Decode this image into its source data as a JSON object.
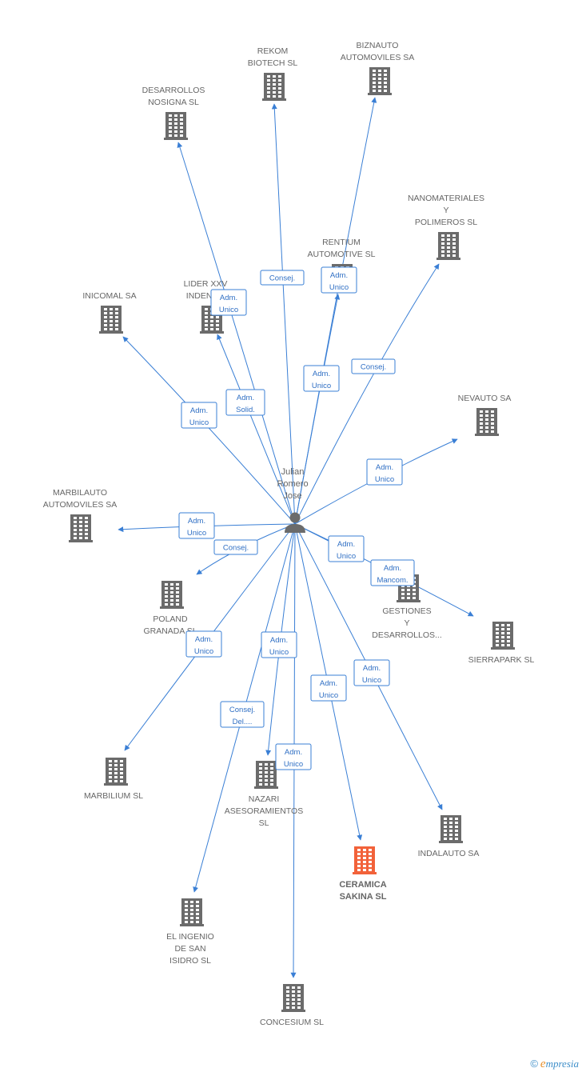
{
  "colors": {
    "edge": "#3a7fd5",
    "building": "#6b6b6b",
    "focus": "#f2623a",
    "person": "#6b6b6b"
  },
  "person": {
    "lines": [
      "Julian",
      "Romero",
      "Jose"
    ]
  },
  "companies": [
    {
      "id": "desarrollos",
      "lines": [
        "DESARROLLOS",
        "NOSIGNA SL"
      ],
      "icon": [
        220,
        157
      ],
      "label": [
        217,
        112
      ],
      "arrow": [
        223,
        178
      ]
    },
    {
      "id": "rekom",
      "lines": [
        "REKOM",
        "BIOTECH SL"
      ],
      "icon": [
        343,
        108
      ],
      "label": [
        341,
        63
      ],
      "arrow": [
        343,
        130
      ]
    },
    {
      "id": "biznauto",
      "lines": [
        "BIZNAUTO",
        "AUTOMOVILES SA"
      ],
      "icon": [
        475,
        101
      ],
      "label": [
        472,
        56
      ],
      "arrow": [
        469,
        122
      ]
    },
    {
      "id": "nanomateriales",
      "lines": [
        "NANOMATERIALES",
        "Y",
        "POLIMEROS SL"
      ],
      "icon": [
        561,
        307
      ],
      "label": [
        558,
        247
      ],
      "arrow": [
        549,
        330
      ]
    },
    {
      "id": "rentium",
      "lines": [
        "RENTIUM",
        "AUTOMOTIVE SL"
      ],
      "icon": [
        428,
        347
      ],
      "label": [
        427,
        302
      ],
      "arrow": [
        423,
        368
      ]
    },
    {
      "id": "lider",
      "lines": [
        "LIDER XXV",
        "INDENE..."
      ],
      "icon": [
        265,
        399
      ],
      "label": [
        257,
        354
      ],
      "arrow": [
        272,
        418
      ]
    },
    {
      "id": "inicomal",
      "lines": [
        "INICOMAL SA"
      ],
      "icon": [
        139,
        399
      ],
      "label": [
        137,
        369
      ],
      "arrow": [
        154,
        421
      ]
    },
    {
      "id": "nevauto",
      "lines": [
        "NEVAUTO SA"
      ],
      "icon": [
        609,
        527
      ],
      "label": [
        606,
        497
      ],
      "arrow": [
        572,
        549
      ]
    },
    {
      "id": "marbilauto",
      "lines": [
        "MARBILAUTO",
        "AUTOMOVILES SA"
      ],
      "icon": [
        101,
        660
      ],
      "label": [
        100,
        615
      ],
      "arrow": [
        148,
        662
      ]
    },
    {
      "id": "poland",
      "lines": [
        "POLAND",
        "GRANADA SL"
      ],
      "icon": [
        215,
        743
      ],
      "label": [
        213,
        773
      ],
      "arrow": [
        246,
        718
      ]
    },
    {
      "id": "gestiones",
      "lines": [
        "GESTIONES",
        "Y",
        "DESARROLLOS..."
      ],
      "icon": [
        511,
        735
      ],
      "label": [
        509,
        763
      ],
      "arrow": [
        0,
        0
      ]
    },
    {
      "id": "sierrapark",
      "lines": [
        "SIERRAPARK SL"
      ],
      "icon": [
        629,
        794
      ],
      "label": [
        627,
        824
      ],
      "arrow": [
        592,
        770
      ]
    },
    {
      "id": "marbilium",
      "lines": [
        "MARBILIUM SL"
      ],
      "icon": [
        145,
        964
      ],
      "label": [
        142,
        994
      ],
      "arrow": [
        156,
        938
      ]
    },
    {
      "id": "nazari",
      "lines": [
        "NAZARI",
        "ASESORAMIENTOS",
        "SL"
      ],
      "icon": [
        333,
        968
      ],
      "label": [
        330,
        998
      ],
      "arrow": [
        335,
        944
      ]
    },
    {
      "id": "ceramica",
      "lines": [
        "CERAMICA",
        "SAKINA SL"
      ],
      "icon": [
        456,
        1075
      ],
      "label": [
        454,
        1105
      ],
      "arrow": [
        451,
        1050
      ],
      "focus": true
    },
    {
      "id": "indalauto",
      "lines": [
        "INDALAUTO SA"
      ],
      "icon": [
        564,
        1036
      ],
      "label": [
        561,
        1066
      ],
      "arrow": [
        553,
        1012
      ]
    },
    {
      "id": "ingenio",
      "lines": [
        "EL INGENIO",
        "DE SAN",
        "ISIDRO SL"
      ],
      "icon": [
        240,
        1140
      ],
      "label": [
        238,
        1170
      ],
      "arrow": [
        243,
        1115
      ]
    },
    {
      "id": "concesium",
      "lines": [
        "CONCESIUM SL"
      ],
      "icon": [
        367,
        1247
      ],
      "label": [
        365,
        1277
      ],
      "arrow": [
        367,
        1222
      ]
    }
  ],
  "edges": [
    {
      "to": "desarrollos",
      "lines": [
        "Adm.",
        "Unico"
      ],
      "box": [
        286,
        378
      ]
    },
    {
      "to": "rekom",
      "lines": [
        "Consej."
      ],
      "box": [
        353,
        347
      ]
    },
    {
      "to": "biznauto",
      "lines": [
        "Adm.",
        "Unico"
      ],
      "box": [
        424,
        350
      ]
    },
    {
      "to": "nanomateriales",
      "lines": [
        "Consej."
      ],
      "box": [
        467,
        458
      ]
    },
    {
      "to": "rentium",
      "lines": [
        "Adm.",
        "Unico"
      ],
      "box": [
        402,
        473
      ]
    },
    {
      "to": "lider",
      "lines": [
        "Adm.",
        "Solid."
      ],
      "box": [
        307,
        503
      ]
    },
    {
      "to": "inicomal",
      "lines": [
        "Adm.",
        "Unico"
      ],
      "box": [
        249,
        519
      ]
    },
    {
      "to": "nevauto",
      "lines": [
        "Adm.",
        "Unico"
      ],
      "box": [
        481,
        590
      ]
    },
    {
      "to": "marbilauto",
      "lines": [
        "Adm.",
        "Unico"
      ],
      "box": [
        246,
        657
      ]
    },
    {
      "to": "poland",
      "lines": [
        "Consej."
      ],
      "box": [
        295,
        684
      ]
    },
    {
      "to": "gestiones",
      "lines": [
        "Adm.",
        "Unico"
      ],
      "box": [
        433,
        686
      ]
    },
    {
      "to": "sierrapark",
      "lines": [
        "Adm.",
        "Mancom."
      ],
      "box": [
        491,
        716
      ]
    },
    {
      "to": "marbilium",
      "lines": [
        "Adm.",
        "Unico"
      ],
      "box": [
        255,
        805
      ]
    },
    {
      "to": "nazari",
      "lines": [
        "Adm.",
        "Unico"
      ],
      "box": [
        349,
        806
      ]
    },
    {
      "to": "ceramica",
      "lines": [
        "Adm.",
        "Unico"
      ],
      "box": [
        411,
        860
      ]
    },
    {
      "to": "indalauto",
      "lines": [
        "Adm.",
        "Unico"
      ],
      "box": [
        465,
        841
      ]
    },
    {
      "to": "ingenio",
      "lines": [
        "Consej.",
        "Del...."
      ],
      "box": [
        303,
        893
      ]
    },
    {
      "to": "concesium",
      "lines": [
        "Adm.",
        "Unico"
      ],
      "box": [
        367,
        946
      ]
    }
  ],
  "brand": {
    "copyright": "©",
    "e": "e",
    "rest": "mpresia"
  }
}
